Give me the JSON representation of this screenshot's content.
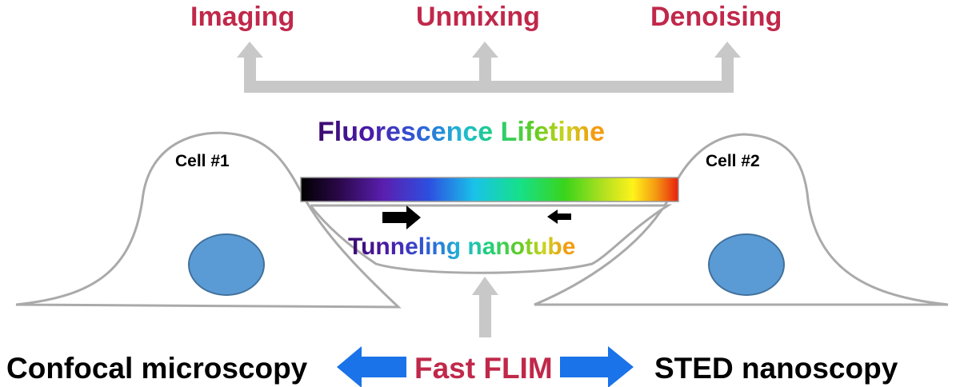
{
  "top_labels": {
    "imaging": "Imaging",
    "unmixing": "Unmixing",
    "denoising": "Denoising"
  },
  "fluorescence_lifetime": "Fluorescence Lifetime",
  "cells": {
    "cell1": "Cell #1",
    "cell2": "Cell #2"
  },
  "nanotube_label": "Tunneling nanotube",
  "bottom": {
    "left": "Confocal microscopy",
    "center": "Fast FLIM",
    "right": "STED nanoscopy"
  },
  "colors": {
    "accent_red": "#c0284a",
    "arrow_blue": "#1a73e8",
    "gray_connector": "#c8c8c8",
    "nucleus": "#5b9bd5",
    "outline": "#aaaaaa"
  }
}
